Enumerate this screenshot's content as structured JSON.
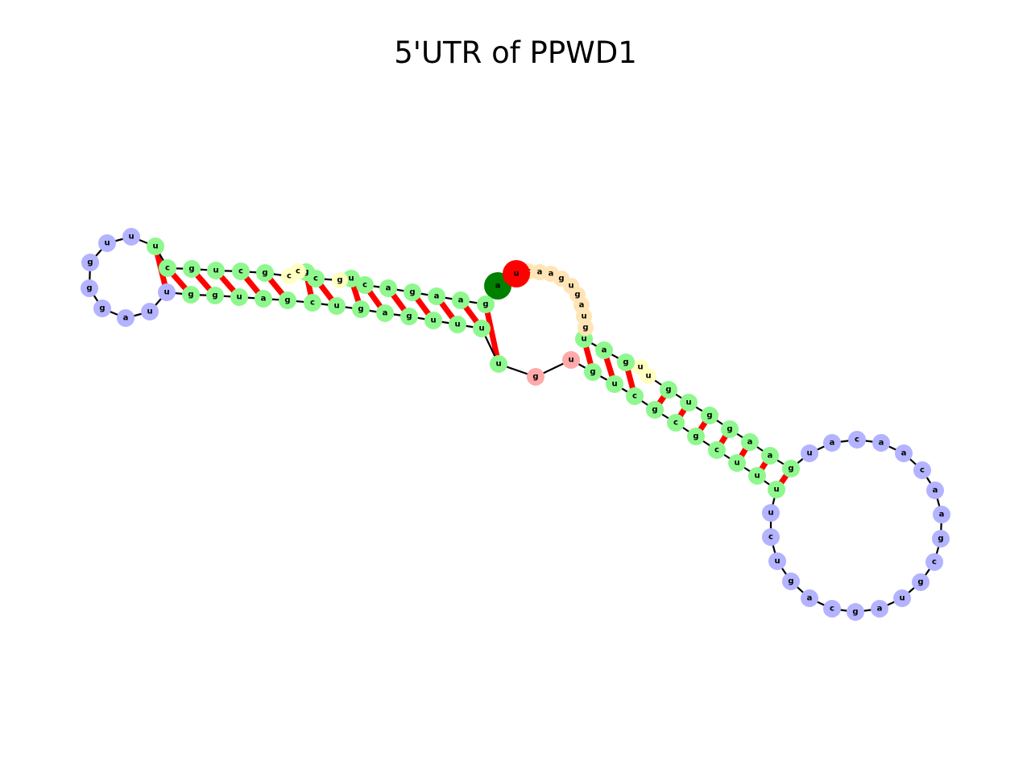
{
  "title": "5'UTR of PPWD1",
  "colors": {
    "stem": "#8ef88e",
    "hairpin_loop": "#b3b3ff",
    "interior_loop": "#ffaaaa",
    "multiloop_segment": "#ffe4b5",
    "bulge": "#ffffc0",
    "five_prime_end": "#008000",
    "three_prime_end": "#ff0000",
    "backbone": "#000000",
    "base_pair": "#ff0000"
  },
  "nucleotides": [
    {
      "b": "a",
      "t": "five_prime_end"
    },
    {
      "b": "g",
      "t": "stem"
    },
    {
      "b": "a",
      "t": "stem"
    },
    {
      "b": "a",
      "t": "stem"
    },
    {
      "b": "g",
      "t": "stem"
    },
    {
      "b": "a",
      "t": "stem"
    },
    {
      "b": "c",
      "t": "stem"
    },
    {
      "b": "u",
      "t": "stem"
    },
    {
      "b": "g",
      "t": "bulge"
    },
    {
      "b": "c",
      "t": "stem"
    },
    {
      "b": "g",
      "t": "stem"
    },
    {
      "b": "c",
      "t": "bulge"
    },
    {
      "b": "c",
      "t": "bulge"
    },
    {
      "b": "g",
      "t": "stem"
    },
    {
      "b": "c",
      "t": "stem"
    },
    {
      "b": "u",
      "t": "stem"
    },
    {
      "b": "g",
      "t": "stem"
    },
    {
      "b": "c",
      "t": "stem"
    },
    {
      "b": "u",
      "t": "stem"
    },
    {
      "b": "u",
      "t": "hairpin_loop"
    },
    {
      "b": "u",
      "t": "hairpin_loop"
    },
    {
      "b": "g",
      "t": "hairpin_loop"
    },
    {
      "b": "g",
      "t": "hairpin_loop"
    },
    {
      "b": "g",
      "t": "hairpin_loop"
    },
    {
      "b": "a",
      "t": "hairpin_loop"
    },
    {
      "b": "u",
      "t": "hairpin_loop"
    },
    {
      "b": "u",
      "t": "hairpin_loop"
    },
    {
      "b": "g",
      "t": "stem"
    },
    {
      "b": "g",
      "t": "stem"
    },
    {
      "b": "u",
      "t": "stem"
    },
    {
      "b": "a",
      "t": "stem"
    },
    {
      "b": "g",
      "t": "stem"
    },
    {
      "b": "c",
      "t": "stem"
    },
    {
      "b": "u",
      "t": "stem"
    },
    {
      "b": "g",
      "t": "stem"
    },
    {
      "b": "a",
      "t": "stem"
    },
    {
      "b": "g",
      "t": "stem"
    },
    {
      "b": "u",
      "t": "stem"
    },
    {
      "b": "u",
      "t": "stem"
    },
    {
      "b": "u",
      "t": "stem"
    },
    {
      "b": "u",
      "t": "stem"
    },
    {
      "b": "g",
      "t": "interior_loop"
    },
    {
      "b": "u",
      "t": "interior_loop"
    },
    {
      "b": "g",
      "t": "stem"
    },
    {
      "b": "u",
      "t": "stem"
    },
    {
      "b": "c",
      "t": "stem"
    },
    {
      "b": "g",
      "t": "stem"
    },
    {
      "b": "c",
      "t": "stem"
    },
    {
      "b": "g",
      "t": "stem"
    },
    {
      "b": "c",
      "t": "stem"
    },
    {
      "b": "u",
      "t": "stem"
    },
    {
      "b": "u",
      "t": "stem"
    },
    {
      "b": "u",
      "t": "stem"
    },
    {
      "b": "u",
      "t": "hairpin_loop"
    },
    {
      "b": "c",
      "t": "hairpin_loop"
    },
    {
      "b": "u",
      "t": "hairpin_loop"
    },
    {
      "b": "g",
      "t": "hairpin_loop"
    },
    {
      "b": "a",
      "t": "hairpin_loop"
    },
    {
      "b": "c",
      "t": "hairpin_loop"
    },
    {
      "b": "g",
      "t": "hairpin_loop"
    },
    {
      "b": "a",
      "t": "hairpin_loop"
    },
    {
      "b": "u",
      "t": "hairpin_loop"
    },
    {
      "b": "g",
      "t": "hairpin_loop"
    },
    {
      "b": "c",
      "t": "hairpin_loop"
    },
    {
      "b": "g",
      "t": "hairpin_loop"
    },
    {
      "b": "a",
      "t": "hairpin_loop"
    },
    {
      "b": "a",
      "t": "hairpin_loop"
    },
    {
      "b": "c",
      "t": "hairpin_loop"
    },
    {
      "b": "a",
      "t": "hairpin_loop"
    },
    {
      "b": "a",
      "t": "hairpin_loop"
    },
    {
      "b": "c",
      "t": "hairpin_loop"
    },
    {
      "b": "a",
      "t": "hairpin_loop"
    },
    {
      "b": "u",
      "t": "hairpin_loop"
    },
    {
      "b": "g",
      "t": "stem"
    },
    {
      "b": "a",
      "t": "stem"
    },
    {
      "b": "a",
      "t": "stem"
    },
    {
      "b": "g",
      "t": "stem"
    },
    {
      "b": "g",
      "t": "stem"
    },
    {
      "b": "u",
      "t": "stem"
    },
    {
      "b": "g",
      "t": "stem"
    },
    {
      "b": "u",
      "t": "bulge"
    },
    {
      "b": "u",
      "t": "bulge"
    },
    {
      "b": "g",
      "t": "stem"
    },
    {
      "b": "a",
      "t": "stem"
    },
    {
      "b": "u",
      "t": "stem"
    },
    {
      "b": "g",
      "t": "multiloop_segment"
    },
    {
      "b": "u",
      "t": "multiloop_segment"
    },
    {
      "b": "a",
      "t": "multiloop_segment"
    },
    {
      "b": "g",
      "t": "multiloop_segment"
    },
    {
      "b": "u",
      "t": "multiloop_segment"
    },
    {
      "b": "g",
      "t": "multiloop_segment"
    },
    {
      "b": "a",
      "t": "multiloop_segment"
    },
    {
      "b": "a",
      "t": "multiloop_segment"
    },
    {
      "b": "c",
      "t": "multiloop_segment"
    },
    {
      "b": "u",
      "t": "three_prime_end"
    }
  ],
  "base_pairs": [
    [
      1,
      40
    ],
    [
      2,
      39
    ],
    [
      3,
      38
    ],
    [
      4,
      37
    ],
    [
      5,
      36
    ],
    [
      6,
      35
    ],
    [
      7,
      34
    ],
    [
      9,
      33
    ],
    [
      10,
      32
    ],
    [
      13,
      31
    ],
    [
      14,
      30
    ],
    [
      15,
      29
    ],
    [
      16,
      28
    ],
    [
      17,
      27
    ],
    [
      18,
      26
    ],
    [
      43,
      84
    ],
    [
      44,
      83
    ],
    [
      45,
      82
    ],
    [
      46,
      79
    ],
    [
      47,
      78
    ],
    [
      48,
      77
    ],
    [
      49,
      76
    ],
    [
      50,
      75
    ],
    [
      51,
      74
    ],
    [
      52,
      73
    ]
  ]
}
